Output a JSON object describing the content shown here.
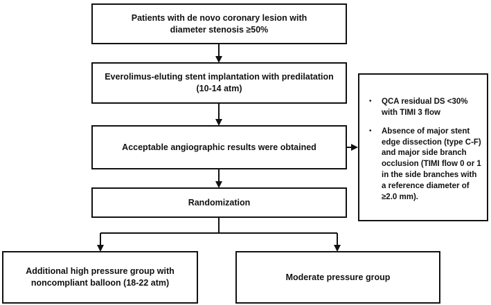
{
  "flow": {
    "step1": "Patients with de novo coronary lesion with\ndiameter stenosis ≥50%",
    "step2": "Everolimus-eluting stent implantation with predilatation\n(10-14 atm)",
    "step3": "Acceptable angiographic results were obtained",
    "step4": "Randomization",
    "arm_left": "Additional high pressure group with\nnoncompliant balloon (18-22 atm)",
    "arm_right": "Moderate pressure group"
  },
  "criteria": [
    {
      "bullet": "•",
      "text": "QCA residual DS <30% with TIMI 3 flow"
    },
    {
      "bullet": "•",
      "text": "Absence of major stent edge dissection (type C-F) and major side branch occlusion (TIMI flow 0 or 1 in the side branches with a reference diameter of ≥2.0 mm)."
    }
  ],
  "colors": {
    "stroke": "#111111",
    "background": "#ffffff"
  }
}
